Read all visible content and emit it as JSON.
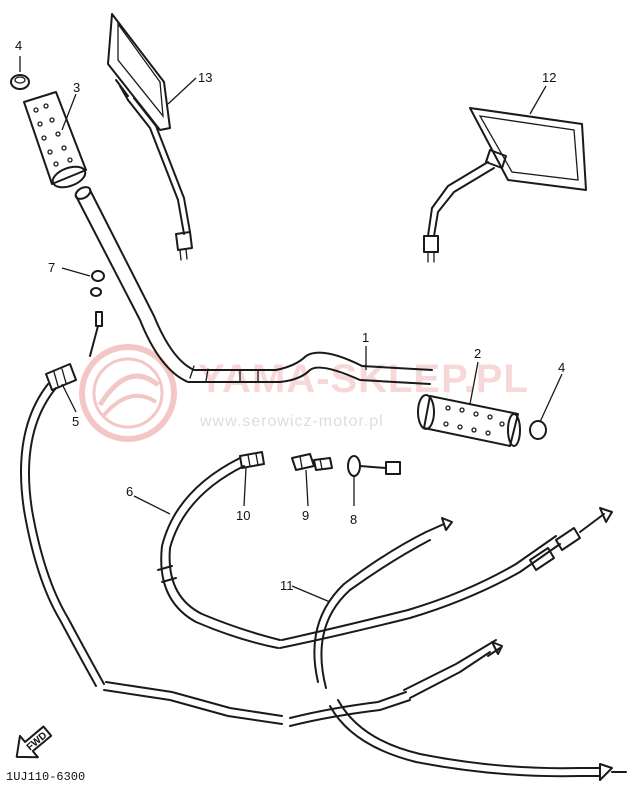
{
  "diagram": {
    "code": "1UJ110-6300",
    "direction_label": "FWD",
    "callouts": [
      "1",
      "2",
      "3",
      "4",
      "4",
      "5",
      "6",
      "7",
      "8",
      "9",
      "10",
      "11",
      "12",
      "13"
    ]
  },
  "watermark": {
    "brand": "YAMA-SKLEP.PL",
    "tagline": "www.serowicz-motor.pl"
  },
  "colors": {
    "line": "#1a1a1a",
    "watermark": "#e06060"
  }
}
